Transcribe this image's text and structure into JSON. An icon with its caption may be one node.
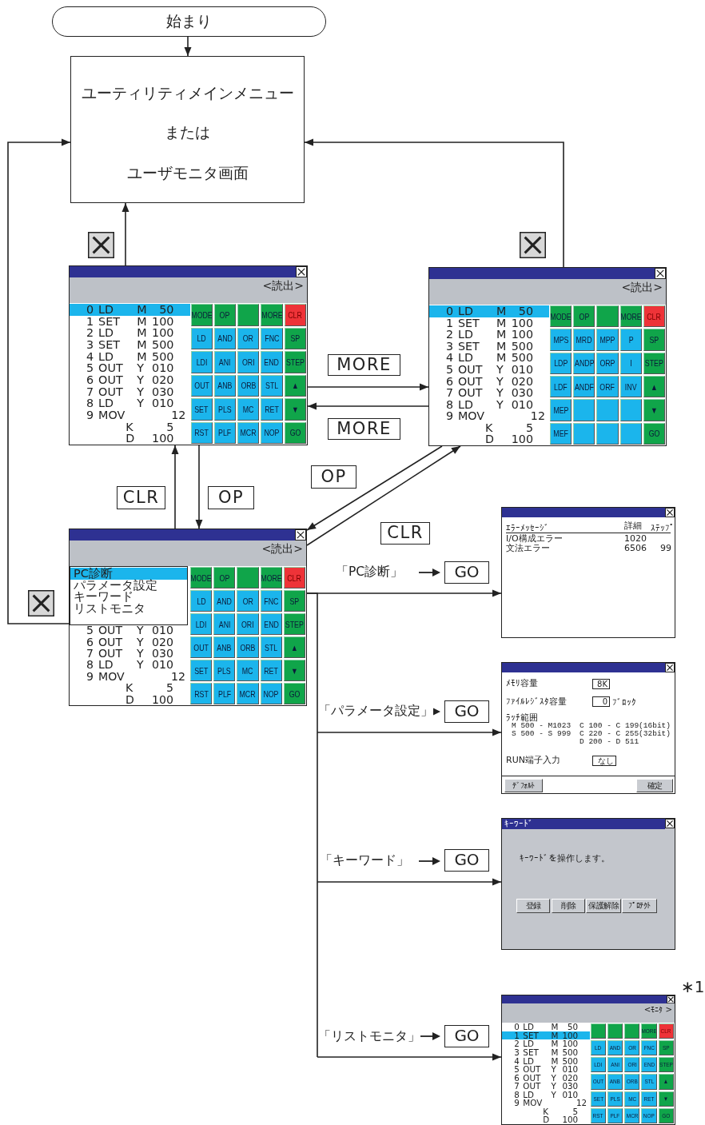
{
  "diagram": {
    "nodes": [
      {
        "text": [
          "始まり"
        ]
      },
      {
        "text": [
          "ユーティリティメインメニュー",
          "または",
          "ユーザモニタ画面"
        ]
      },
      {
        "text": [
          "<読出>",
          "0 LD M 50",
          "1 SET M 100",
          "2 LD M 100",
          "3 SET M 500",
          "4 LD M 500",
          "5 OUT Y 010",
          "6 OUT Y 020",
          "7 OUT Y 030",
          "8 LD Y 010",
          "9 MOV 12",
          "K 5",
          "D 100",
          "MODE",
          "OP",
          "MORE",
          "CLR",
          "LD",
          "AND",
          "OR",
          "FNC",
          "SP",
          "LDI",
          "ANI",
          "ORI",
          "END",
          "STEP",
          "OUT",
          "ANB",
          "ORB",
          "STL",
          "▲",
          "SET",
          "PLS",
          "MC",
          "RET",
          "▼",
          "RST",
          "PLF",
          "MCR",
          "NOP",
          "GO"
        ]
      },
      {
        "text": [
          "<読出>",
          "0 LD M 50",
          "1 SET M 100",
          "2 LD M 100",
          "3 SET M 500",
          "4 LD M 500",
          "5 OUT Y 010",
          "6 OUT Y 020",
          "7 OUT Y 030",
          "8 LD Y 010",
          "9 MOV 12",
          "K 5",
          "D 100",
          "MODE",
          "OP",
          "MORE",
          "CLR",
          "MPS",
          "MRD",
          "MPP",
          "P",
          "SP",
          "LDP",
          "ANDP",
          "ORP",
          "I",
          "STEP",
          "LDF",
          "ANDF",
          "ORF",
          "INV",
          "▲",
          "MEP",
          "▼",
          "MEF",
          "GO"
        ]
      },
      {
        "text": [
          "<読出>",
          "PC診断",
          "パラメータ設定",
          "キーワード",
          "リストモニタ",
          "5 OUT Y 010",
          "6 OUT Y 020",
          "7 OUT Y 030",
          "8 LD Y 010",
          "9 MOV 12",
          "K 5",
          "D 100",
          "MODE",
          "OP",
          "MORE",
          "CLR",
          "LD",
          "AND",
          "OR",
          "FNC",
          "SP",
          "LDI",
          "ANI",
          "ORI",
          "END",
          "STEP",
          "OUT",
          "ANB",
          "ORB",
          "STL",
          "▲",
          "SET",
          "PLS",
          "MC",
          "RET",
          "▼",
          "RST",
          "PLF",
          "MCR",
          "NOP",
          "GO"
        ]
      },
      {
        "text": [
          "ｴﾗｰﾒｯｾｰｼﾞ",
          "詳細",
          "ｽﾃｯﾌﾟ",
          "I/O構成エラー",
          "1020",
          "文法エラー",
          "6506",
          "99"
        ]
      },
      {
        "text": [
          "ﾒﾓﾘ容量",
          "8K",
          "ﾌｧｲﾙﾚｼﾞｽﾀ容量",
          "0",
          "ﾌﾞﾛｯｸ",
          "ﾗｯﾁ範囲",
          "M 500 - M1023",
          "S 500 - S 999",
          "C 100 - C 199(16bit)",
          "C 220 - C 255(32bit)",
          "D 200 - D 511",
          "RUN端子入力",
          "なし",
          "ﾃﾞﾌｫﾙﾄ",
          "確定"
        ]
      },
      {
        "text": [
          "ｷｰﾜｰﾄﾞ",
          "ｷｰﾜｰﾄﾞを操作します。",
          "登録",
          "削除",
          "保護解除",
          "ﾌﾟﾛﾃｸﾄ"
        ]
      },
      {
        "text": [
          "<ﾓﾆﾀ >",
          "0 LD M 50",
          "1 SET M 100",
          "2 LD M 100",
          "3 SET M 500",
          "4 LD M 500",
          "5 OUT Y 010",
          "6 OUT Y 020",
          "7 OUT Y 030",
          "8 LD Y 010",
          "9 MOV 12",
          "K 5",
          "D 100",
          "MORE",
          "CLR",
          "LD",
          "AND",
          "OR",
          "FNC",
          "SP",
          "LDI",
          "ANI",
          "ORI",
          "END",
          "STEP",
          "OUT",
          "ANB",
          "ORB",
          "STL",
          "▲",
          "SET",
          "PLS",
          "MC",
          "RET",
          "▼",
          "RST",
          "PLF",
          "MCR",
          "NOP",
          "GO"
        ],
        "beside": [
          "∗1"
        ]
      }
    ],
    "edges": [
      {
        "from": 0,
        "to": 1,
        "arrow": "to"
      },
      {
        "from": 2,
        "to": 1,
        "arrow": "to"
      },
      {
        "from": 3,
        "to": 1,
        "arrow": "to"
      },
      {
        "from": 4,
        "to": 1,
        "arrow": "to"
      },
      {
        "from": 2,
        "to": 3,
        "arrow": "to",
        "label": "MORE"
      },
      {
        "from": 3,
        "to": 2,
        "arrow": "to",
        "label": "MORE"
      },
      {
        "from": 4,
        "to": 2,
        "arrow": "to",
        "label": "CLR"
      },
      {
        "from": 2,
        "to": 4,
        "arrow": "to",
        "label": "OP"
      },
      {
        "from": 3,
        "to": 4,
        "arrow": "to",
        "label": "OP"
      },
      {
        "from": 4,
        "to": 3,
        "arrow": "to",
        "label": "CLR"
      },
      {
        "from": 4,
        "to": 5,
        "arrow": "to",
        "label": "「PC診断」"
      },
      {
        "from": 4,
        "to": 6,
        "arrow": "to",
        "label": "「パラメータ設定」"
      },
      {
        "from": 4,
        "to": 7,
        "arrow": "to",
        "label": "「キーワード」"
      },
      {
        "from": 4,
        "to": 8,
        "arrow": "to",
        "label": "「リストモニタ」"
      }
    ],
    "labels": [
      "GO",
      "GO",
      "GO",
      "GO"
    ]
  }
}
